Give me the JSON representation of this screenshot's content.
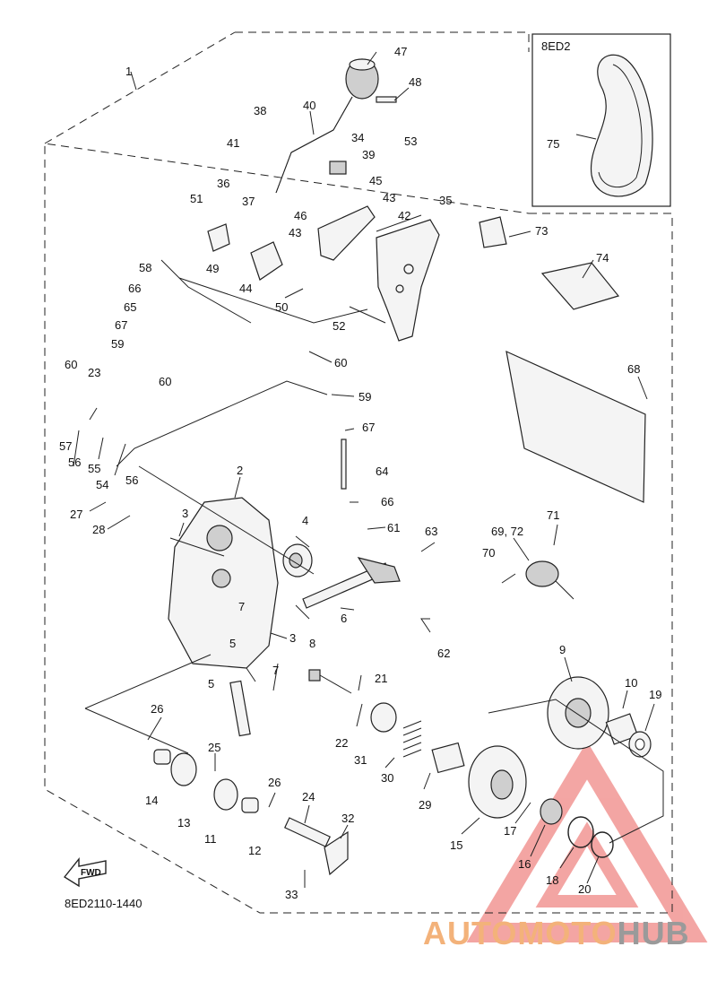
{
  "inset_code": "8ED2",
  "drawing_code": "8ED2110-1440",
  "fwd_label": "FWD",
  "watermark": {
    "part1": "AUTOMOTO",
    "part2": "HUB",
    "color1": "#f3b27a",
    "color2": "#9a9a9a",
    "triangle_color": "#e53935"
  },
  "callouts": [
    {
      "id": "c1",
      "text": "1"
    },
    {
      "id": "c2",
      "text": "2"
    },
    {
      "id": "c3a",
      "text": "3"
    },
    {
      "id": "c3b",
      "text": "3"
    },
    {
      "id": "c4",
      "text": "4"
    },
    {
      "id": "c5a",
      "text": "5"
    },
    {
      "id": "c5b",
      "text": "5"
    },
    {
      "id": "c6",
      "text": "6"
    },
    {
      "id": "c7a",
      "text": "7"
    },
    {
      "id": "c7b",
      "text": "7"
    },
    {
      "id": "c8",
      "text": "8"
    },
    {
      "id": "c9",
      "text": "9"
    },
    {
      "id": "c10",
      "text": "10"
    },
    {
      "id": "c11",
      "text": "11"
    },
    {
      "id": "c12",
      "text": "12"
    },
    {
      "id": "c13",
      "text": "13"
    },
    {
      "id": "c14",
      "text": "14"
    },
    {
      "id": "c15",
      "text": "15"
    },
    {
      "id": "c16",
      "text": "16"
    },
    {
      "id": "c17",
      "text": "17"
    },
    {
      "id": "c18",
      "text": "18"
    },
    {
      "id": "c19",
      "text": "19"
    },
    {
      "id": "c20",
      "text": "20"
    },
    {
      "id": "c21",
      "text": "21"
    },
    {
      "id": "c22",
      "text": "22"
    },
    {
      "id": "c23",
      "text": "23"
    },
    {
      "id": "c24",
      "text": "24"
    },
    {
      "id": "c25",
      "text": "25"
    },
    {
      "id": "c26a",
      "text": "26"
    },
    {
      "id": "c26b",
      "text": "26"
    },
    {
      "id": "c27",
      "text": "27"
    },
    {
      "id": "c28",
      "text": "28"
    },
    {
      "id": "c29",
      "text": "29"
    },
    {
      "id": "c30",
      "text": "30"
    },
    {
      "id": "c31",
      "text": "31"
    },
    {
      "id": "c32",
      "text": "32"
    },
    {
      "id": "c33",
      "text": "33"
    },
    {
      "id": "c34",
      "text": "34"
    },
    {
      "id": "c35",
      "text": "35"
    },
    {
      "id": "c36",
      "text": "36"
    },
    {
      "id": "c37",
      "text": "37"
    },
    {
      "id": "c38",
      "text": "38"
    },
    {
      "id": "c39",
      "text": "39"
    },
    {
      "id": "c40",
      "text": "40"
    },
    {
      "id": "c41",
      "text": "41"
    },
    {
      "id": "c42",
      "text": "42"
    },
    {
      "id": "c43a",
      "text": "43"
    },
    {
      "id": "c43b",
      "text": "43"
    },
    {
      "id": "c44",
      "text": "44"
    },
    {
      "id": "c45",
      "text": "45"
    },
    {
      "id": "c46",
      "text": "46"
    },
    {
      "id": "c47",
      "text": "47"
    },
    {
      "id": "c48",
      "text": "48"
    },
    {
      "id": "c49",
      "text": "49"
    },
    {
      "id": "c50",
      "text": "50"
    },
    {
      "id": "c51",
      "text": "51"
    },
    {
      "id": "c52",
      "text": "52"
    },
    {
      "id": "c53",
      "text": "53"
    },
    {
      "id": "c54",
      "text": "54"
    },
    {
      "id": "c55",
      "text": "55"
    },
    {
      "id": "c56a",
      "text": "56"
    },
    {
      "id": "c56b",
      "text": "56"
    },
    {
      "id": "c57",
      "text": "57"
    },
    {
      "id": "c58",
      "text": "58"
    },
    {
      "id": "c59a",
      "text": "59"
    },
    {
      "id": "c59b",
      "text": "59"
    },
    {
      "id": "c60a",
      "text": "60"
    },
    {
      "id": "c60b",
      "text": "60"
    },
    {
      "id": "c60c",
      "text": "60"
    },
    {
      "id": "c61",
      "text": "61"
    },
    {
      "id": "c62",
      "text": "62"
    },
    {
      "id": "c63",
      "text": "63"
    },
    {
      "id": "c64",
      "text": "64"
    },
    {
      "id": "c65",
      "text": "65"
    },
    {
      "id": "c66a",
      "text": "66"
    },
    {
      "id": "c66b",
      "text": "66"
    },
    {
      "id": "c67a",
      "text": "67"
    },
    {
      "id": "c67b",
      "text": "67"
    },
    {
      "id": "c68",
      "text": "68"
    },
    {
      "id": "c69",
      "text": "69, 72"
    },
    {
      "id": "c70",
      "text": "70"
    },
    {
      "id": "c71",
      "text": "71"
    },
    {
      "id": "c73",
      "text": "73"
    },
    {
      "id": "c74",
      "text": "74"
    },
    {
      "id": "c75",
      "text": "75"
    }
  ]
}
